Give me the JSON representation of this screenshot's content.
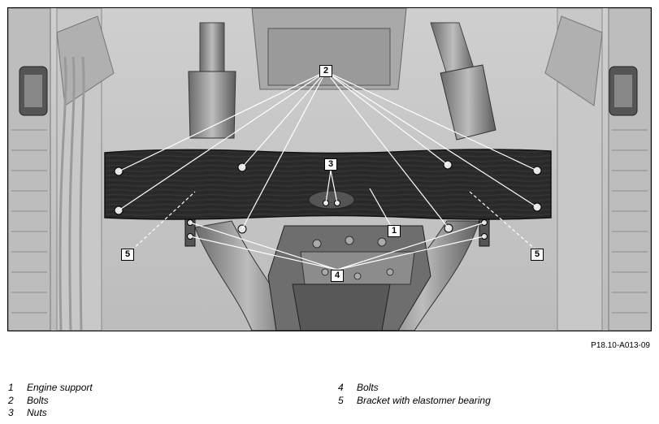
{
  "figure": {
    "id_code": "P18.10-A013-09",
    "callouts": [
      {
        "key": "c2",
        "label": "2"
      },
      {
        "key": "c3",
        "label": "3"
      },
      {
        "key": "c1",
        "label": "1"
      },
      {
        "key": "c5l",
        "label": "5"
      },
      {
        "key": "c5r",
        "label": "5"
      },
      {
        "key": "c4",
        "label": "4"
      }
    ]
  },
  "legend": {
    "left": [
      {
        "num": "1",
        "text": "Engine support"
      },
      {
        "num": "2",
        "text": "Bolts"
      },
      {
        "num": "3",
        "text": "Nuts"
      }
    ],
    "right": [
      {
        "num": "4",
        "text": "Bolts"
      },
      {
        "num": "5",
        "text": "Bracket with elastomer bearing"
      }
    ]
  },
  "colors": {
    "engine_support": "#2b2b2b",
    "chassis": "#d4d4d4",
    "callout_box": "#ffffff",
    "leader_line": "#ffffff"
  }
}
